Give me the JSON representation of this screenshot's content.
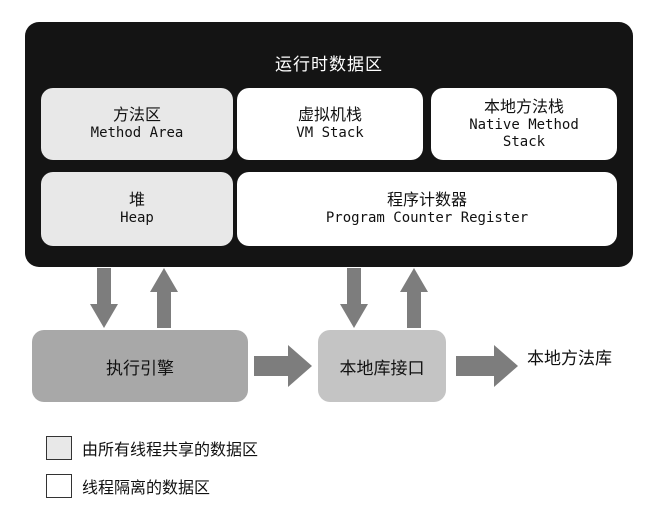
{
  "runtime_area": {
    "title": "运行时数据区",
    "method_area": {
      "zh": "方法区",
      "en": "Method Area",
      "shared": true
    },
    "vm_stack": {
      "zh": "虚拟机栈",
      "en": "VM Stack",
      "shared": false
    },
    "native_method_stack": {
      "zh": "本地方法栈",
      "en": "Native Method\nStack",
      "shared": false
    },
    "heap": {
      "zh": "堆",
      "en": "Heap",
      "shared": true
    },
    "program_counter": {
      "zh": "程序计数器",
      "en": "Program Counter Register",
      "shared": false
    }
  },
  "execution_engine": {
    "label": "执行引擎"
  },
  "native_interface": {
    "label": "本地库接口"
  },
  "native_library": {
    "label": "本地方法库"
  },
  "legend": {
    "shared": {
      "label": "由所有线程共享的数据区",
      "color": "#e8e8e8"
    },
    "private": {
      "label": "线程隔离的数据区",
      "color": "#ffffff"
    }
  },
  "colors": {
    "runtime_background": "#141414",
    "arrow": "#7d7d7d",
    "engine": "#a8a8a8",
    "native_interface": "#c4c4c4"
  }
}
